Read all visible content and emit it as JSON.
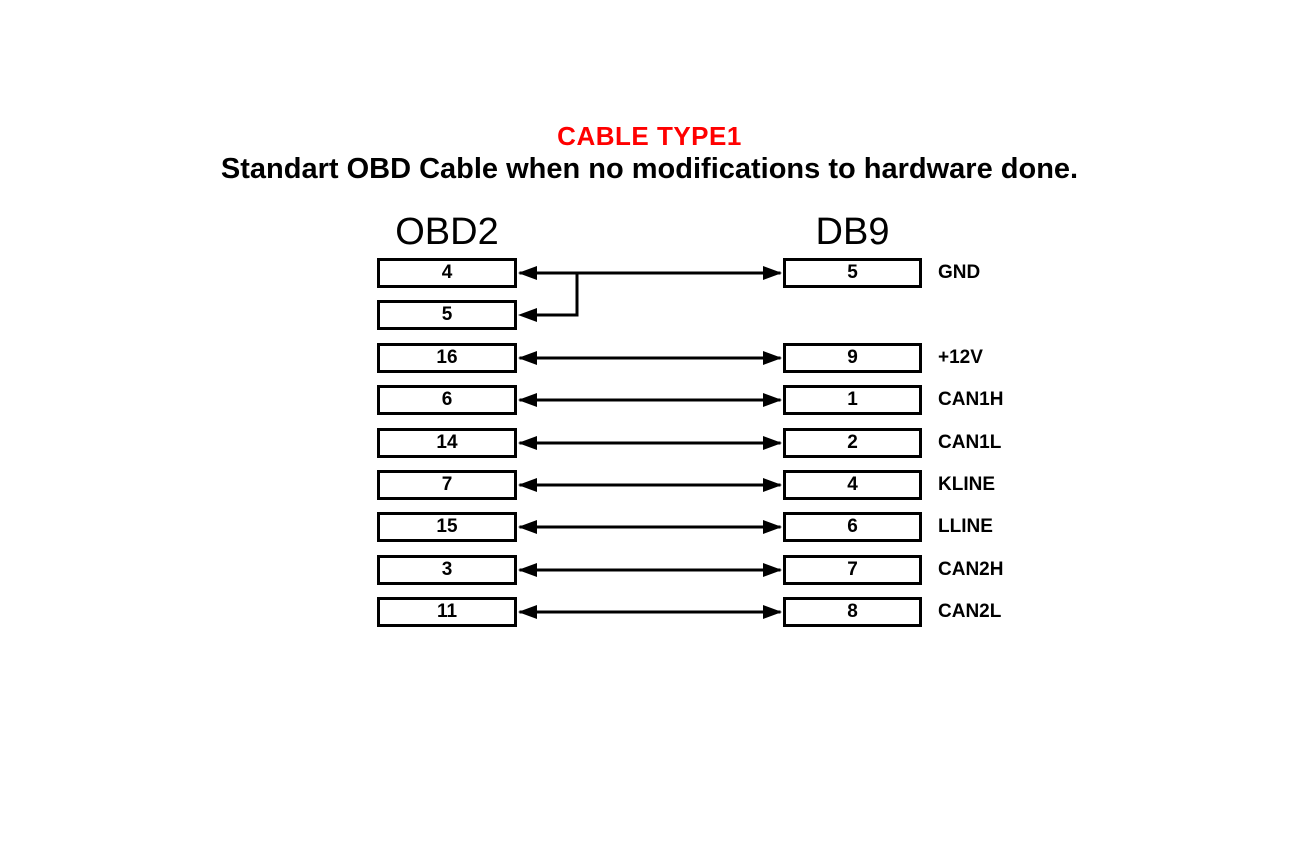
{
  "title": {
    "text": "CABLE TYPE1",
    "color": "#ff0000"
  },
  "subtitle": "Standart OBD Cable when no modifications to hardware done.",
  "columns": {
    "left_header": "OBD2",
    "right_header": "DB9"
  },
  "diagram": {
    "line_color": "#000000",
    "rows": [
      {
        "obd2_pin": "4",
        "db9_pin": "5",
        "signal": "GND",
        "connection": "bidirectional"
      },
      {
        "obd2_pin": "5",
        "db9_pin": "",
        "signal": "",
        "connection": "branch-from-above"
      },
      {
        "obd2_pin": "16",
        "db9_pin": "9",
        "signal": "+12V",
        "connection": "bidirectional"
      },
      {
        "obd2_pin": "6",
        "db9_pin": "1",
        "signal": "CAN1H",
        "connection": "bidirectional"
      },
      {
        "obd2_pin": "14",
        "db9_pin": "2",
        "signal": "CAN1L",
        "connection": "bidirectional"
      },
      {
        "obd2_pin": "7",
        "db9_pin": "4",
        "signal": "KLINE",
        "connection": "bidirectional"
      },
      {
        "obd2_pin": "15",
        "db9_pin": "6",
        "signal": "LLINE",
        "connection": "bidirectional"
      },
      {
        "obd2_pin": "3",
        "db9_pin": "7",
        "signal": "CAN2H",
        "connection": "bidirectional"
      },
      {
        "obd2_pin": "11",
        "db9_pin": "8",
        "signal": "CAN2L",
        "connection": "bidirectional"
      }
    ]
  }
}
